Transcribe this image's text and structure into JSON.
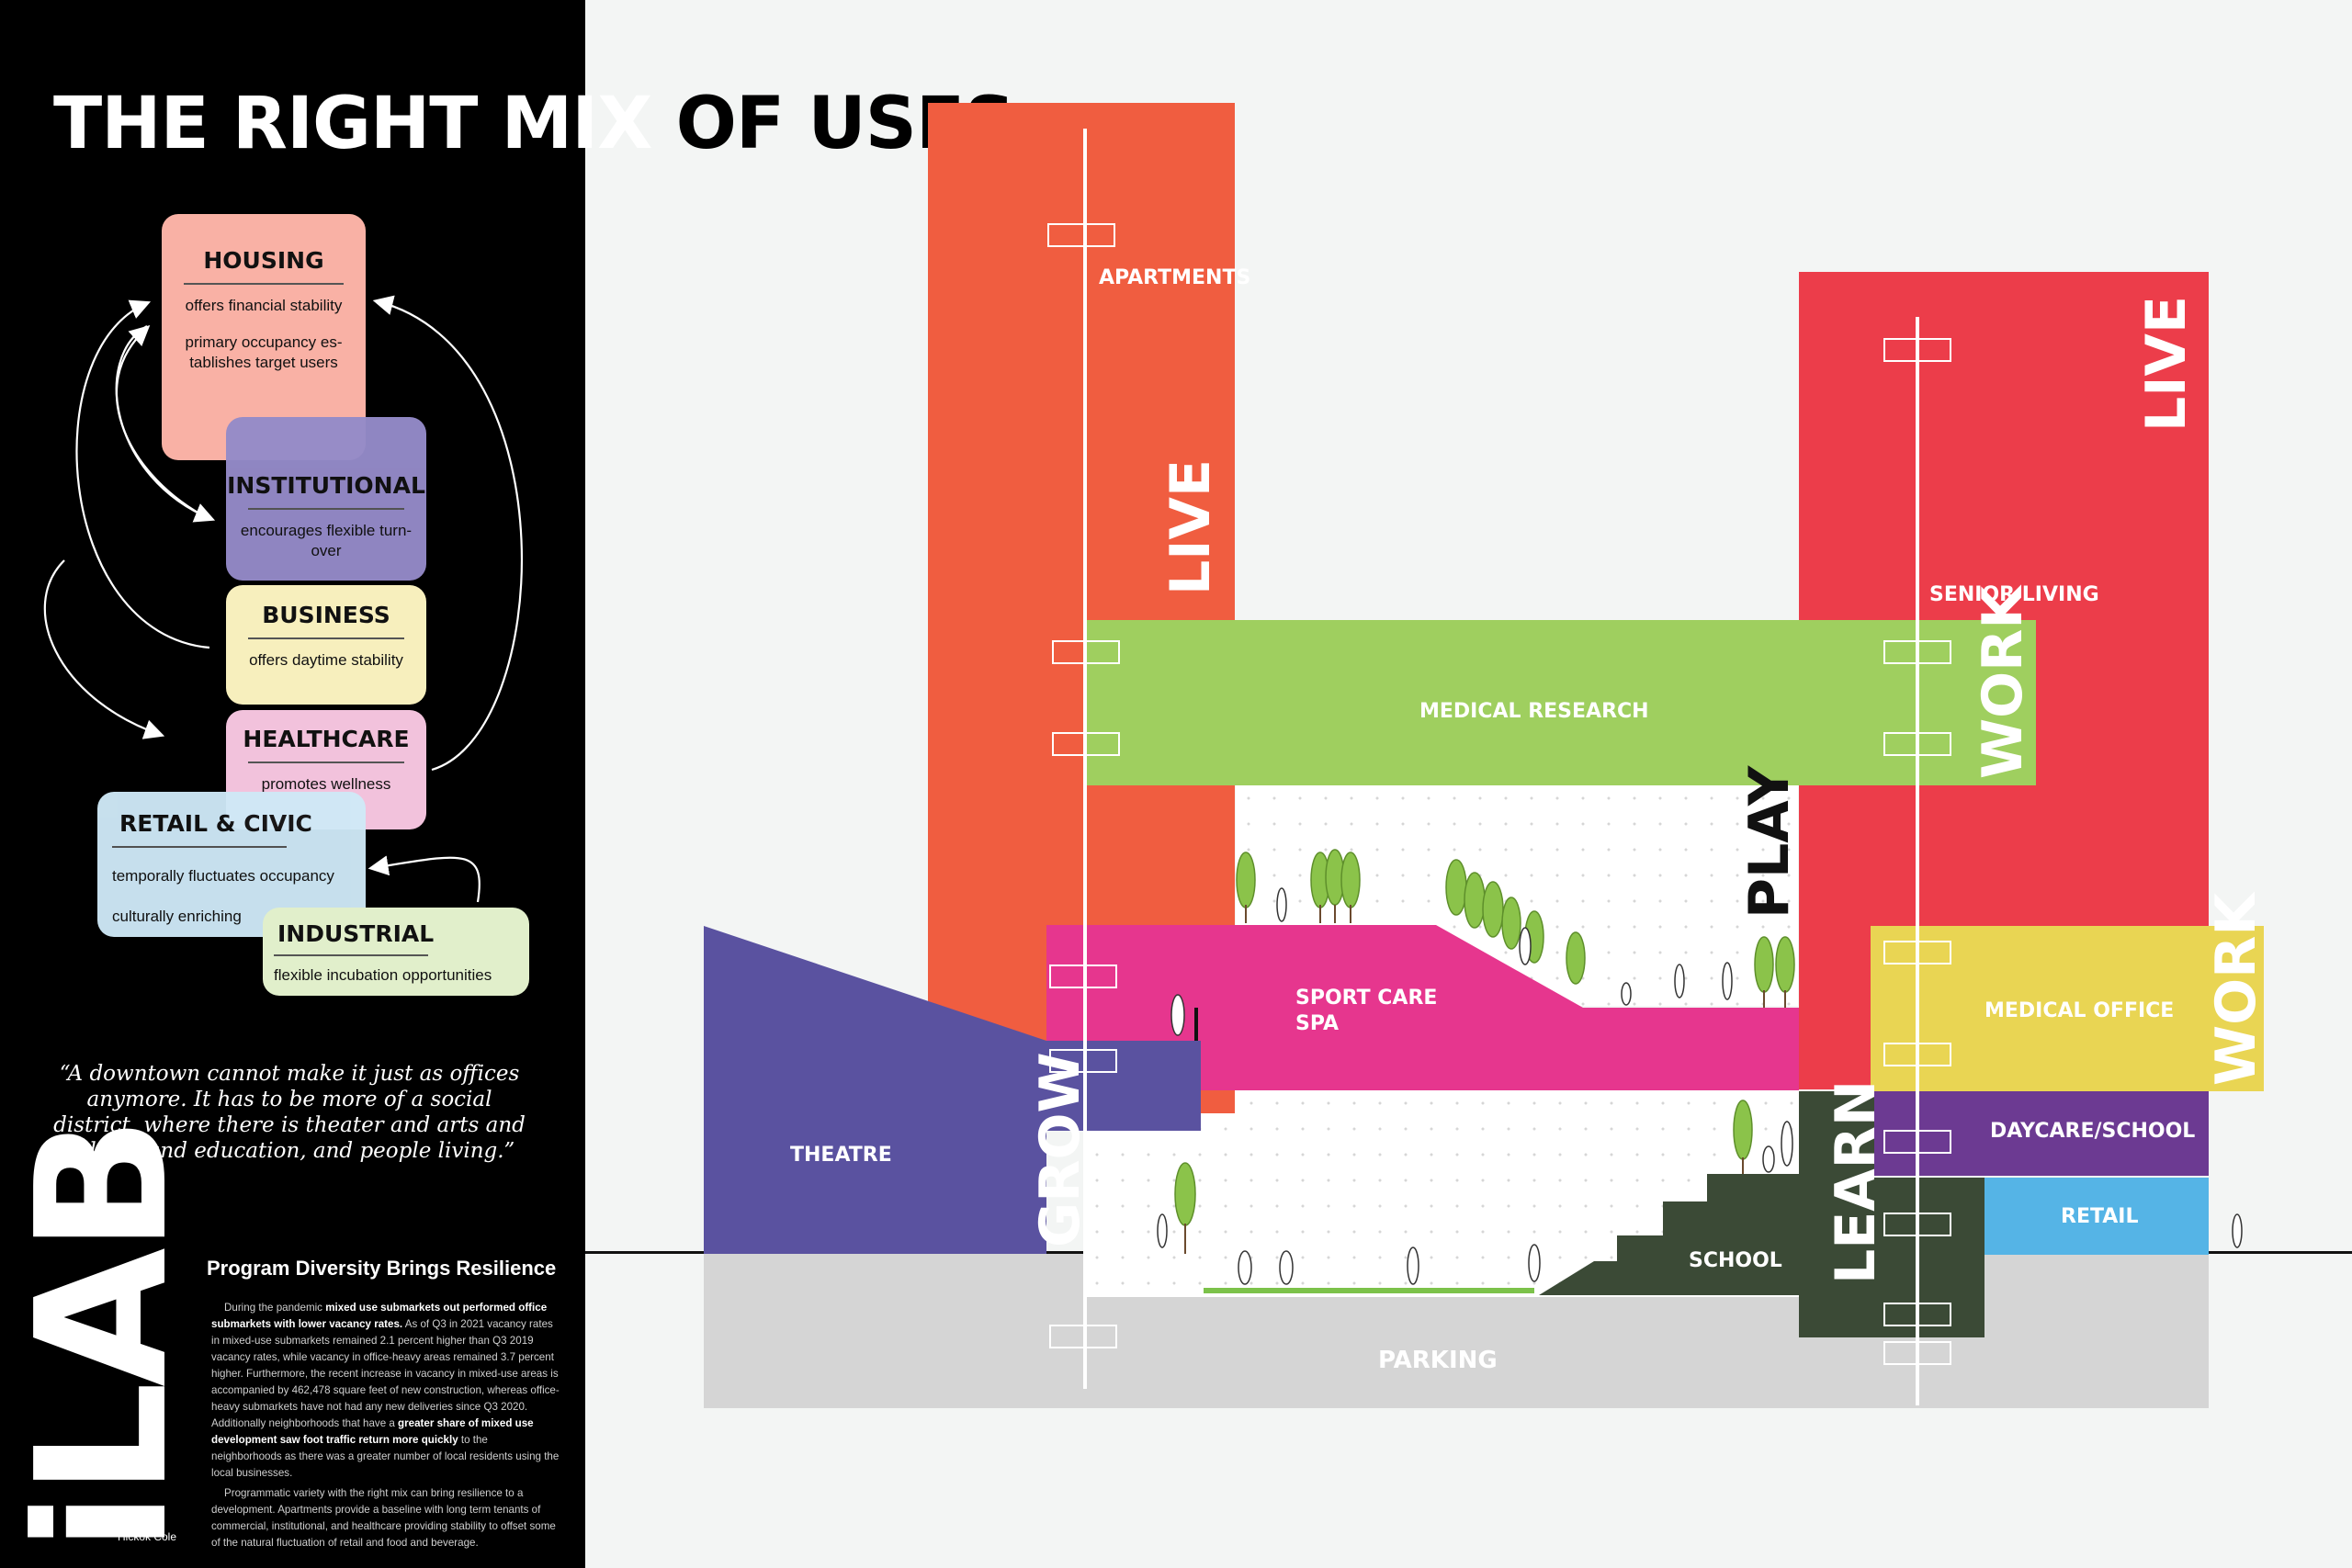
{
  "title": {
    "part1": "THE RIGHT MIX ",
    "part2": "OF USES"
  },
  "cards": {
    "housing": {
      "title": "HOUSING",
      "line1": "offers financial stability",
      "line2": "primary occupancy es-",
      "line3": "tablishes target users"
    },
    "institutional": {
      "title": "INSTITUTIONAL",
      "line1": "encourages flexible turn-",
      "line2": "over"
    },
    "business": {
      "title": "BUSINESS",
      "line1": "offers daytime stability"
    },
    "healthcare": {
      "title": "HEALTHCARE",
      "line1": "promotes wellness"
    },
    "retail_civic": {
      "title": "RETAIL & CIVIC",
      "line1": "temporally fluctuates occupancy",
      "line2": "culturally enriching"
    },
    "industrial": {
      "title": "INDUSTRIAL",
      "line1": "flexible incubation opportunities"
    }
  },
  "quote": "“A downtown cannot make it just as offices anymore. It has to be more of a social district, where there is theater and arts and culture and education, and people living.”",
  "section": {
    "heading": "Program Diversity Brings Resilience",
    "p1_a": "During the pandemic ",
    "p1_b": "mixed use submarkets out performed office submarkets with lower vacancy rates.",
    "p1_c": " As of Q3 in 2021 vacancy rates in mixed-use submarkets remained 2.1 percent higher than Q3 2019 vacancy rates, while vacancy in office-heavy areas remained 3.7 percent higher. Furthermore, the recent increase in vacancy in mixed-use areas is accompanied by 462,478 square feet of new construction, whereas office-heavy submarkets have not had any new deliveries since Q3 2020.",
    "p1_d": " Additionally neighborhoods that have a ",
    "p1_e": "greater share of mixed use development saw foot traffic return more quickly",
    "p1_f": " to the neighborhoods as there was a greater number of local residents using the local businesses.",
    "p2": "Programmatic variety with the right mix can bring resilience to a development. Apartments provide a baseline with long term tenants of commercial, institutional, and healthcare providing stability to offset some of the natural fluctuation of retail and food and beverage."
  },
  "logo": {
    "word": "iLAB",
    "sub": "Hickok Cole"
  },
  "diagram": {
    "apartments": "APARTMENTS",
    "senior_living": "SENIOR LIVING",
    "medical_research": "MEDICAL RESEARCH",
    "sport_care_1": "SPORT CARE",
    "sport_care_2": "SPA",
    "theatre": "THEATRE",
    "medical_office": "MEDICAL OFFICE",
    "daycare": "DAYCARE/SCHOOL",
    "retail": "RETAIL",
    "school": "SCHOOL",
    "parking": "PARKING",
    "live": "LIVE",
    "work": "WORK",
    "play": "PLAY",
    "grow": "GROW",
    "learn": "LEARN"
  },
  "colors": {
    "apartments": "#f05d40",
    "senior": "#ec3d4a",
    "research": "#9fcf5f",
    "sport": "#e6368e",
    "theatre": "#5a52a0",
    "medical_office": "#e9d553",
    "daycare": "#6c3a92",
    "retail": "#55b4e6",
    "school": "#3b4a36",
    "parking": "#d5d5d5"
  }
}
